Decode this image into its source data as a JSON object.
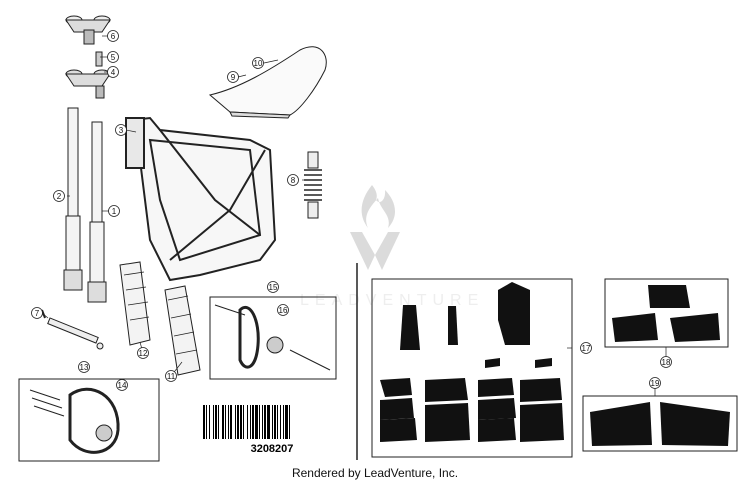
{
  "callouts": [
    {
      "id": "6",
      "label": "6"
    },
    {
      "id": "5",
      "label": "5"
    },
    {
      "id": "4",
      "label": "4"
    },
    {
      "id": "3",
      "label": "3"
    },
    {
      "id": "2",
      "label": "2"
    },
    {
      "id": "1",
      "label": "1"
    },
    {
      "id": "7",
      "label": "7"
    },
    {
      "id": "8",
      "label": "8"
    },
    {
      "id": "9",
      "label": "9"
    },
    {
      "id": "10",
      "label": "10"
    },
    {
      "id": "11",
      "label": "11"
    },
    {
      "id": "12",
      "label": "12"
    },
    {
      "id": "13",
      "label": "13"
    },
    {
      "id": "14",
      "label": "14"
    },
    {
      "id": "15",
      "label": "15"
    },
    {
      "id": "16",
      "label": "16"
    },
    {
      "id": "17",
      "label": "17"
    },
    {
      "id": "18",
      "label": "18"
    },
    {
      "id": "19",
      "label": "19"
    }
  ],
  "barcode": {
    "number": "3208207"
  },
  "watermark": {
    "text": "LEADVENTURE"
  },
  "footer": {
    "text": "Rendered by LeadVenture, Inc."
  }
}
